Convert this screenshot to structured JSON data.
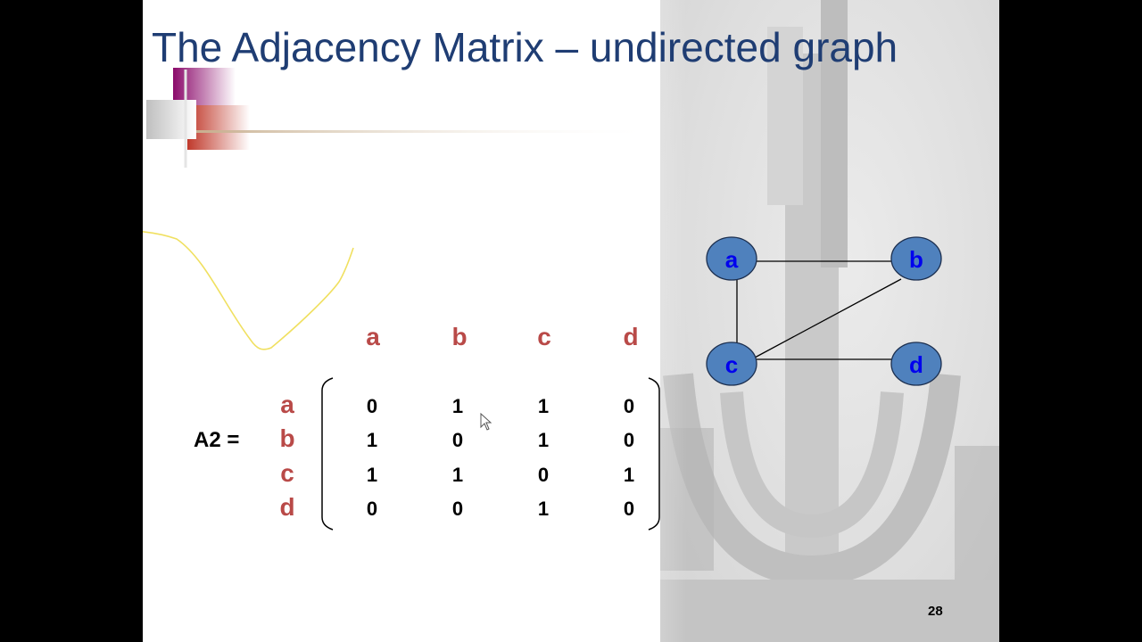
{
  "slide": {
    "title": "The Adjacency Matrix – undirected graph",
    "page_number": "28"
  },
  "matrix": {
    "label": "A2 =",
    "column_headers": [
      "a",
      "b",
      "c",
      "d"
    ],
    "row_headers": [
      "a",
      "b",
      "c",
      "d"
    ],
    "rows": [
      [
        "0",
        "1",
        "1",
        "0"
      ],
      [
        "1",
        "0",
        "1",
        "0"
      ],
      [
        "1",
        "1",
        "0",
        "1"
      ],
      [
        "0",
        "0",
        "1",
        "0"
      ]
    ]
  },
  "graph": {
    "nodes": [
      "a",
      "b",
      "c",
      "d"
    ],
    "edges": [
      [
        "a",
        "b"
      ],
      [
        "a",
        "c"
      ],
      [
        "b",
        "c"
      ],
      [
        "c",
        "d"
      ]
    ],
    "node_color": "#4f81bd",
    "label_color": "#0000ee"
  },
  "colors": {
    "title": "#1f3d73",
    "header": "#b94a48",
    "ink": "#f0e060"
  }
}
